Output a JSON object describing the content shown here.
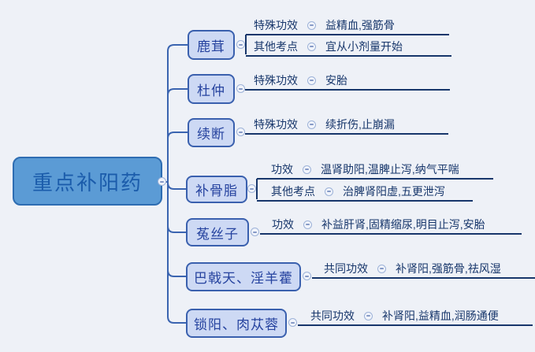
{
  "root": {
    "label": "重点补阳药"
  },
  "branches": [
    {
      "label": "鹿茸",
      "children": [
        {
          "label": "特殊功效",
          "value": "益精血,强筋骨"
        },
        {
          "label": "其他考点",
          "value": "宜从小剂量开始"
        }
      ]
    },
    {
      "label": "杜仲",
      "children": [
        {
          "label": "特殊功效",
          "value": "安胎"
        }
      ]
    },
    {
      "label": "续断",
      "children": [
        {
          "label": "特殊功效",
          "value": "续折伤,止崩漏"
        }
      ]
    },
    {
      "label": "补骨脂",
      "children": [
        {
          "label": "功效",
          "value": "温肾助阳,温脾止泻,纳气平喘"
        },
        {
          "label": "其他考点",
          "value": "治脾肾阳虚,五更泄泻"
        }
      ]
    },
    {
      "label": "菟丝子",
      "children": [
        {
          "label": "功效",
          "value": "补益肝肾,固精缩尿,明目止泻,安胎"
        }
      ]
    },
    {
      "label": "巴戟天、淫羊藿",
      "children": [
        {
          "label": "共同功效",
          "value": "补肾阳,强筋骨,祛风湿"
        }
      ]
    },
    {
      "label": "锁阳、肉苁蓉",
      "children": [
        {
          "label": "共同功效",
          "value": "补肾阳,益精血,润肠通便"
        }
      ]
    }
  ],
  "colors": {
    "background": "#eef1f7",
    "root_fill": "#5b9bd5",
    "root_border": "#2e6db2",
    "branch_fill": "#cdd9f4",
    "branch_border": "#3a60ae",
    "connector_blue": "#3a64b0",
    "text_navy": "#17366b"
  },
  "icons": {
    "collapse": "minus-circle"
  }
}
